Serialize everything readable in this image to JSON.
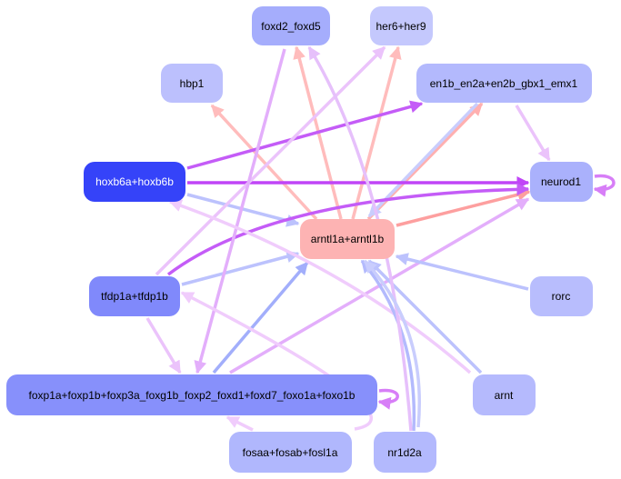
{
  "diagram": {
    "type": "directed-graph",
    "colors": {
      "node_light": "#b3b9fd",
      "node_mid": "#a5adfc",
      "node_dark": "#8089fb",
      "node_strong": "#3543f9",
      "node_hub": "#fdb3b3",
      "edge_pink": "#ffb8b8",
      "edge_salmon": "#fd9f9f",
      "edge_lilac": "#ebc3fb",
      "edge_purple": "#c45cf7",
      "edge_lavender": "#e3aefb",
      "edge_blue": "#b3bafd",
      "edge_periwinkle": "#a2aefb",
      "edge_selfloop": "#d77ef7"
    },
    "nodes": [
      {
        "id": "foxd2_foxd5",
        "label": "foxd2_foxd5",
        "color": "#a5adfc",
        "text_color": "#000000"
      },
      {
        "id": "her6+her9",
        "label": "her6+her9",
        "color": "#c4c8fd",
        "text_color": "#000000"
      },
      {
        "id": "hbp1",
        "label": "hbp1",
        "color": "#bcc0fd",
        "text_color": "#000000"
      },
      {
        "id": "en1b_en2a+en2b_gbx1_emx1",
        "label": "en1b_en2a+en2b_gbx1_emx1",
        "color": "#b3b9fd",
        "text_color": "#000000"
      },
      {
        "id": "hoxb6a+hoxb6b",
        "label": "hoxb6a+hoxb6b",
        "color": "#3543f9",
        "text_color": "#ffffff"
      },
      {
        "id": "neurod1",
        "label": "neurod1",
        "color": "#aab1fc",
        "text_color": "#000000"
      },
      {
        "id": "arntl1a+arntl1b",
        "label": "arntl1a+arntl1b",
        "color": "#fdb3b3",
        "text_color": "#000000"
      },
      {
        "id": "tfdp1a+tfdp1b",
        "label": "tfdp1a+tfdp1b",
        "color": "#8089fb",
        "text_color": "#000000"
      },
      {
        "id": "rorc",
        "label": "rorc",
        "color": "#b8bdfd",
        "text_color": "#000000"
      },
      {
        "id": "foxp_group",
        "label": "foxp1a+foxp1b+foxp3a_foxg1b_foxp2_foxd1+foxd7_foxo1a+foxo1b",
        "color": "#8790fb",
        "text_color": "#000000"
      },
      {
        "id": "arnt",
        "label": "arnt",
        "color": "#b5bafd",
        "text_color": "#000000"
      },
      {
        "id": "fosaa+fosab+fosl1a",
        "label": "fosaa+fosab+fosl1a",
        "color": "#b0b7fd",
        "text_color": "#000000"
      },
      {
        "id": "nr1d2a",
        "label": "nr1d2a",
        "color": "#b3b9fd",
        "text_color": "#000000"
      }
    ],
    "edges": [
      {
        "from": "arntl1a+arntl1b",
        "to": "hbp1",
        "color": "#ffbcbc"
      },
      {
        "from": "arntl1a+arntl1b",
        "to": "foxd2_foxd5",
        "color": "#ffbcbc"
      },
      {
        "from": "arntl1a+arntl1b",
        "to": "her6+her9",
        "color": "#ffbcbc"
      },
      {
        "from": "arntl1a+arntl1b",
        "to": "en1b_en2a+en2b_gbx1_emx1",
        "color": "#ffb0b0"
      },
      {
        "from": "arntl1a+arntl1b",
        "to": "neurod1",
        "color": "#fd9f9f"
      },
      {
        "from": "en1b_en2a+en2b_gbx1_emx1",
        "to": "arntl1a+arntl1b",
        "color": "#c9cdfd"
      },
      {
        "from": "en1b_en2a+en2b_gbx1_emx1",
        "to": "neurod1",
        "color": "#ebc3fb"
      },
      {
        "from": "hoxb6a+hoxb6b",
        "to": "en1b_en2a+en2b_gbx1_emx1",
        "color": "#c45cf7"
      },
      {
        "from": "hoxb6a+hoxb6b",
        "to": "neurod1",
        "color": "#c045f7"
      },
      {
        "from": "hoxb6a+hoxb6b",
        "to": "arntl1a+arntl1b",
        "color": "#bcc2fd"
      },
      {
        "from": "tfdp1a+tfdp1b",
        "to": "neurod1",
        "color": "#c45cf7"
      },
      {
        "from": "tfdp1a+tfdp1b",
        "to": "arntl1a+arntl1b",
        "color": "#bcc2fd"
      },
      {
        "from": "tfdp1a+tfdp1b",
        "to": "her6+her9",
        "color": "#ebc3fb"
      },
      {
        "from": "tfdp1a+tfdp1b",
        "to": "foxp_group",
        "color": "#ebc3fb"
      },
      {
        "from": "foxd2_foxd5",
        "to": "foxp_group",
        "color": "#e3aefb"
      },
      {
        "from": "foxp_group",
        "to": "arntl1a+arntl1b",
        "color": "#a2aefb"
      },
      {
        "from": "foxp_group",
        "to": "neurod1",
        "color": "#e3aefb"
      },
      {
        "from": "foxp_group",
        "to": "foxp_group",
        "color": "#d77ef7"
      },
      {
        "from": "neurod1",
        "to": "neurod1",
        "color": "#d77ef7"
      },
      {
        "from": "rorc",
        "to": "arntl1a+arntl1b",
        "color": "#bcc2fd"
      },
      {
        "from": "arnt",
        "to": "arntl1a+arntl1b",
        "color": "#bcc2fd"
      },
      {
        "from": "arnt",
        "to": "hoxb6a+hoxb6b",
        "color": "#f0ccfc"
      },
      {
        "from": "nr1d2a",
        "to": "arntl1a+arntl1b",
        "color": "#b3bafd"
      },
      {
        "from": "nr1d2a",
        "to": "foxd2_foxd5",
        "color": "#e6c0fb"
      },
      {
        "from": "fosaa+fosab+fosl1a",
        "to": "arntl1a+arntl1b",
        "color": "#c9cdfd"
      },
      {
        "from": "fosaa+fosab+fosl1a",
        "to": "foxp_group",
        "color": "#f0ccfc"
      },
      {
        "from": "fosaa+fosab+fosl1a",
        "to": "tfdp1a+tfdp1b",
        "color": "#f0ccfc"
      }
    ]
  }
}
